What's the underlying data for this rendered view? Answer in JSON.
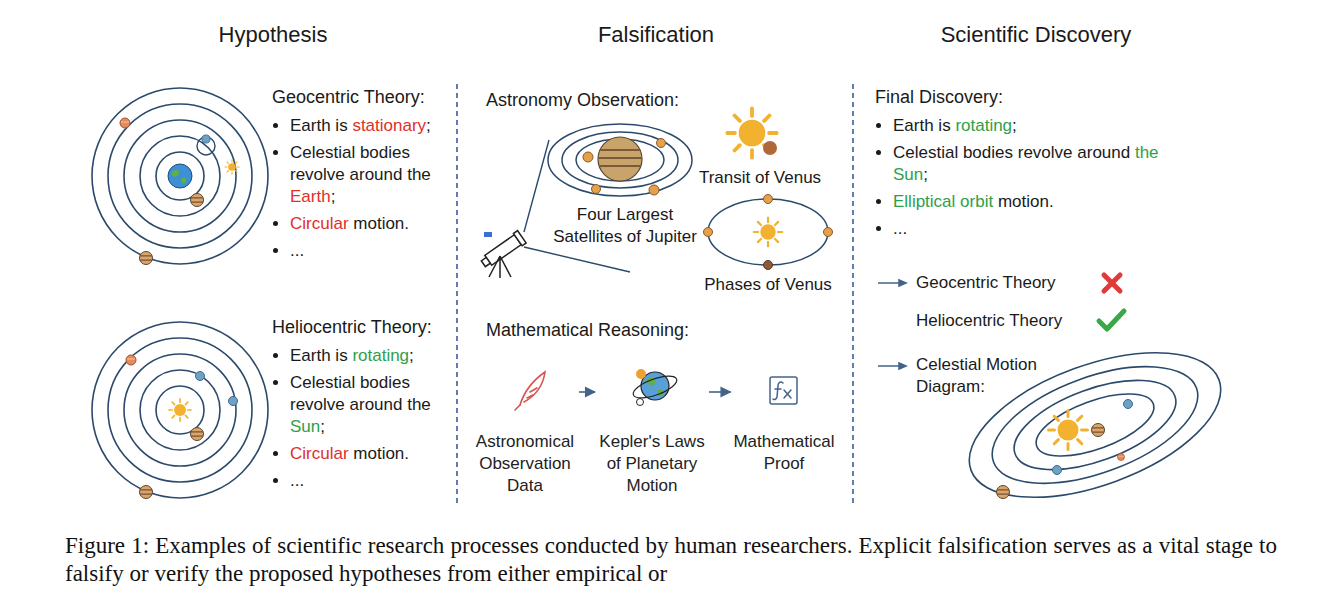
{
  "diagram": {
    "caption": "Figure 1: Examples of scientific research processes conducted by human researchers. Explicit falsification serves as a vital stage to falsify or verify the proposed hypotheses from either empirical or",
    "nodes": [
      {
        "text": [
          "Astronomical Observation Data"
        ]
      },
      {
        "text": [
          "Kepler's Laws of Planetary Motion"
        ]
      },
      {
        "text": [
          "Mathematical Proof"
        ]
      }
    ],
    "edges": [
      {
        "from": 0,
        "to": 1,
        "arrow": "to"
      },
      {
        "from": 1,
        "to": 2,
        "arrow": "to"
      }
    ],
    "labels": [
      "Hypothesis",
      "Falsification",
      "Scientific Discovery",
      "Geocentric Theory:",
      "Earth is",
      "stationary",
      ";",
      "Celestial bodies revolve around the",
      "Earth",
      ";",
      "Circular",
      "motion.",
      "...",
      "Heliocentric Theory:",
      "Earth is",
      "rotating",
      ";",
      "Celestial bodies revolve around the",
      "Sun",
      ";",
      "Circular",
      "motion.",
      "...",
      "Astronomy Observation:",
      "Four Largest Satellites of Jupiter",
      "Transit of Venus",
      "Phases of Venus",
      "Mathematical Reasoning:",
      "Final Discovery:",
      "Earth is",
      "rotating",
      ";",
      "Celestial bodies revolve around",
      "the Sun",
      ";",
      "Elliptical orbit",
      "motion.",
      "...",
      "Geocentric Theory",
      "Heliocentric Theory",
      "Celestial Motion Diagram:"
    ]
  }
}
